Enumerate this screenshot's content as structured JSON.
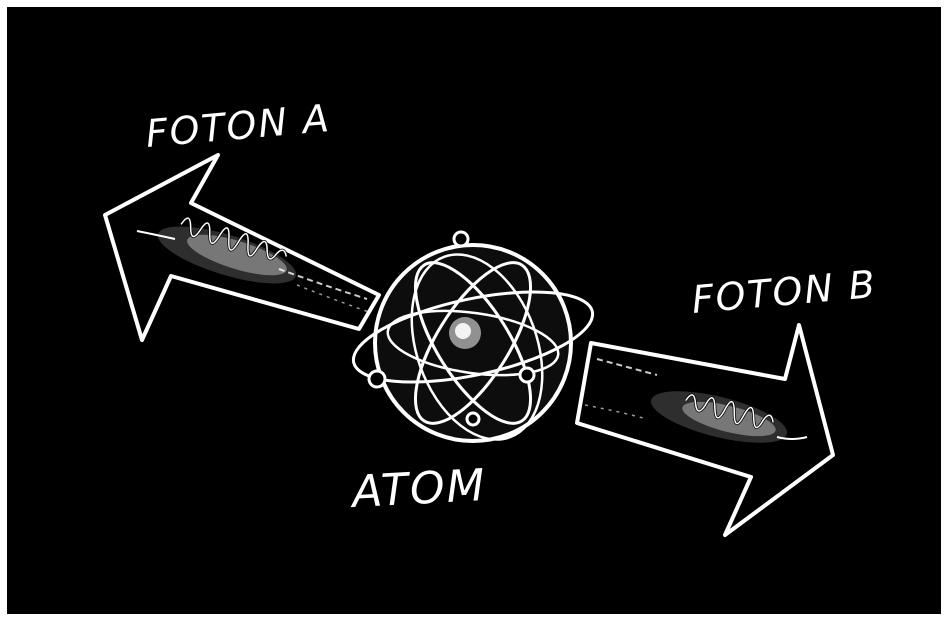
{
  "labels": {
    "photon_a": "FOTON A",
    "photon_b": "FOTON B",
    "atom": "ATOM"
  },
  "colors": {
    "background": "#000000",
    "ink": "#ffffff",
    "frame": "#ffffff"
  }
}
